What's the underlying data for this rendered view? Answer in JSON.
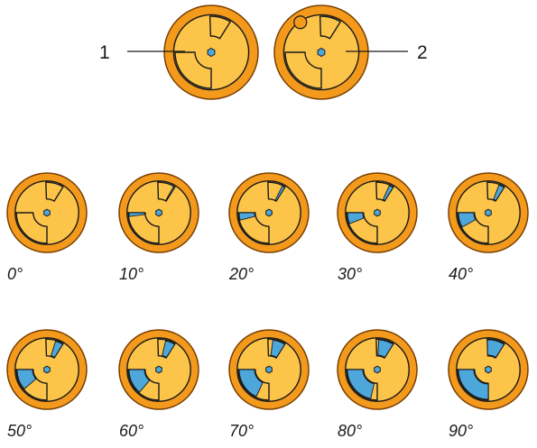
{
  "colors": {
    "rim_fill": "#f39a1d",
    "rim_stroke": "#7a3f00",
    "face_fill": "#fcc449",
    "outline": "#1a1a1a",
    "highlight": "#4ea7db"
  },
  "reference": {
    "left_label": "1",
    "right_label": "2"
  },
  "sequence": [
    {
      "angle": 0,
      "label": "0°",
      "fill": 0.0
    },
    {
      "angle": 10,
      "label": "10°",
      "fill": 0.08
    },
    {
      "angle": 20,
      "label": "20°",
      "fill": 0.16
    },
    {
      "angle": 30,
      "label": "30°",
      "fill": 0.24
    },
    {
      "angle": 40,
      "label": "40°",
      "fill": 0.32
    },
    {
      "angle": 50,
      "label": "50°",
      "fill": 0.45
    },
    {
      "angle": 60,
      "label": "60°",
      "fill": 0.55
    },
    {
      "angle": 70,
      "label": "70°",
      "fill": 0.72
    },
    {
      "angle": 80,
      "label": "80°",
      "fill": 0.86
    },
    {
      "angle": 90,
      "label": "90°",
      "fill": 1.0
    }
  ]
}
